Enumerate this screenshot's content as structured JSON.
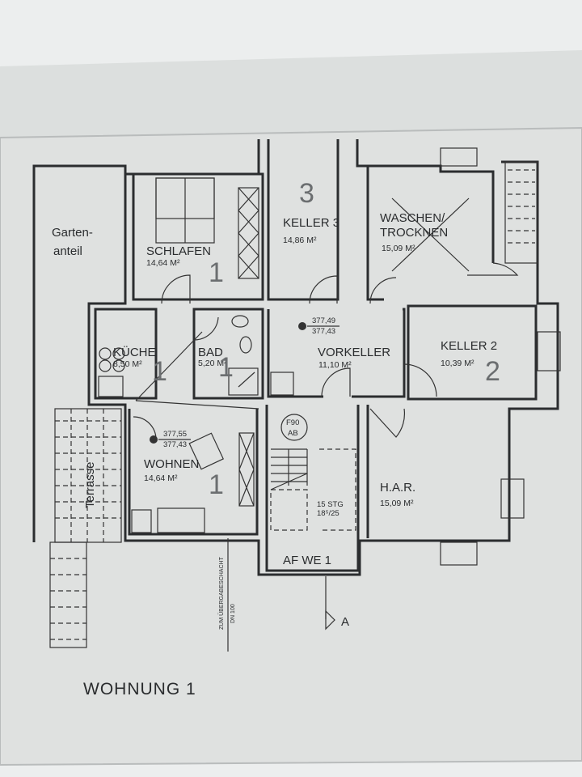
{
  "plan_title": "WOHNUNG 1",
  "rooms": {
    "garten": {
      "line1": "Garten-",
      "line2": "anteil"
    },
    "schlafen": {
      "name": "SCHLAFEN",
      "area": "14,64 M²",
      "unit_no": "1"
    },
    "keller3": {
      "name": "KELLER 3",
      "area": "14,86 M²",
      "unit_no": "3"
    },
    "waschen": {
      "line1": "WASCHEN/",
      "line2": "TROCKNEN",
      "area": "15,09 M²"
    },
    "kueche": {
      "name": "KÜCHE",
      "area": "8,50 M²",
      "unit_no": "1"
    },
    "bad": {
      "name": "BAD",
      "area": "5,20 M²",
      "unit_no": "1"
    },
    "vorkeller": {
      "name": "VORKELLER",
      "area": "11,10 M²"
    },
    "keller2": {
      "name": "KELLER 2",
      "area": "10,39 M²",
      "unit_no": "2"
    },
    "wohnen": {
      "name": "WOHNEN",
      "area": "14,64 M²",
      "unit_no": "1"
    },
    "har": {
      "name": "H.A.R.",
      "area": "15,09 M²"
    },
    "terrasse": {
      "name": "Terrasse"
    },
    "treppe": {
      "steps": "15 STG",
      "ratio": "18⁵/25",
      "label": "AF WE 1"
    }
  },
  "levels": {
    "vorkeller": {
      "top": "377,49",
      "bottom": "377,43"
    },
    "wohnen": {
      "top": "377,55",
      "bottom": "377,43"
    }
  },
  "fire_door": {
    "line1": "F90",
    "line2": "AB"
  },
  "drain": {
    "line1": "ZUM ÜBERGABESCHACHT",
    "line2": "DN 100"
  },
  "section_marker": "A"
}
